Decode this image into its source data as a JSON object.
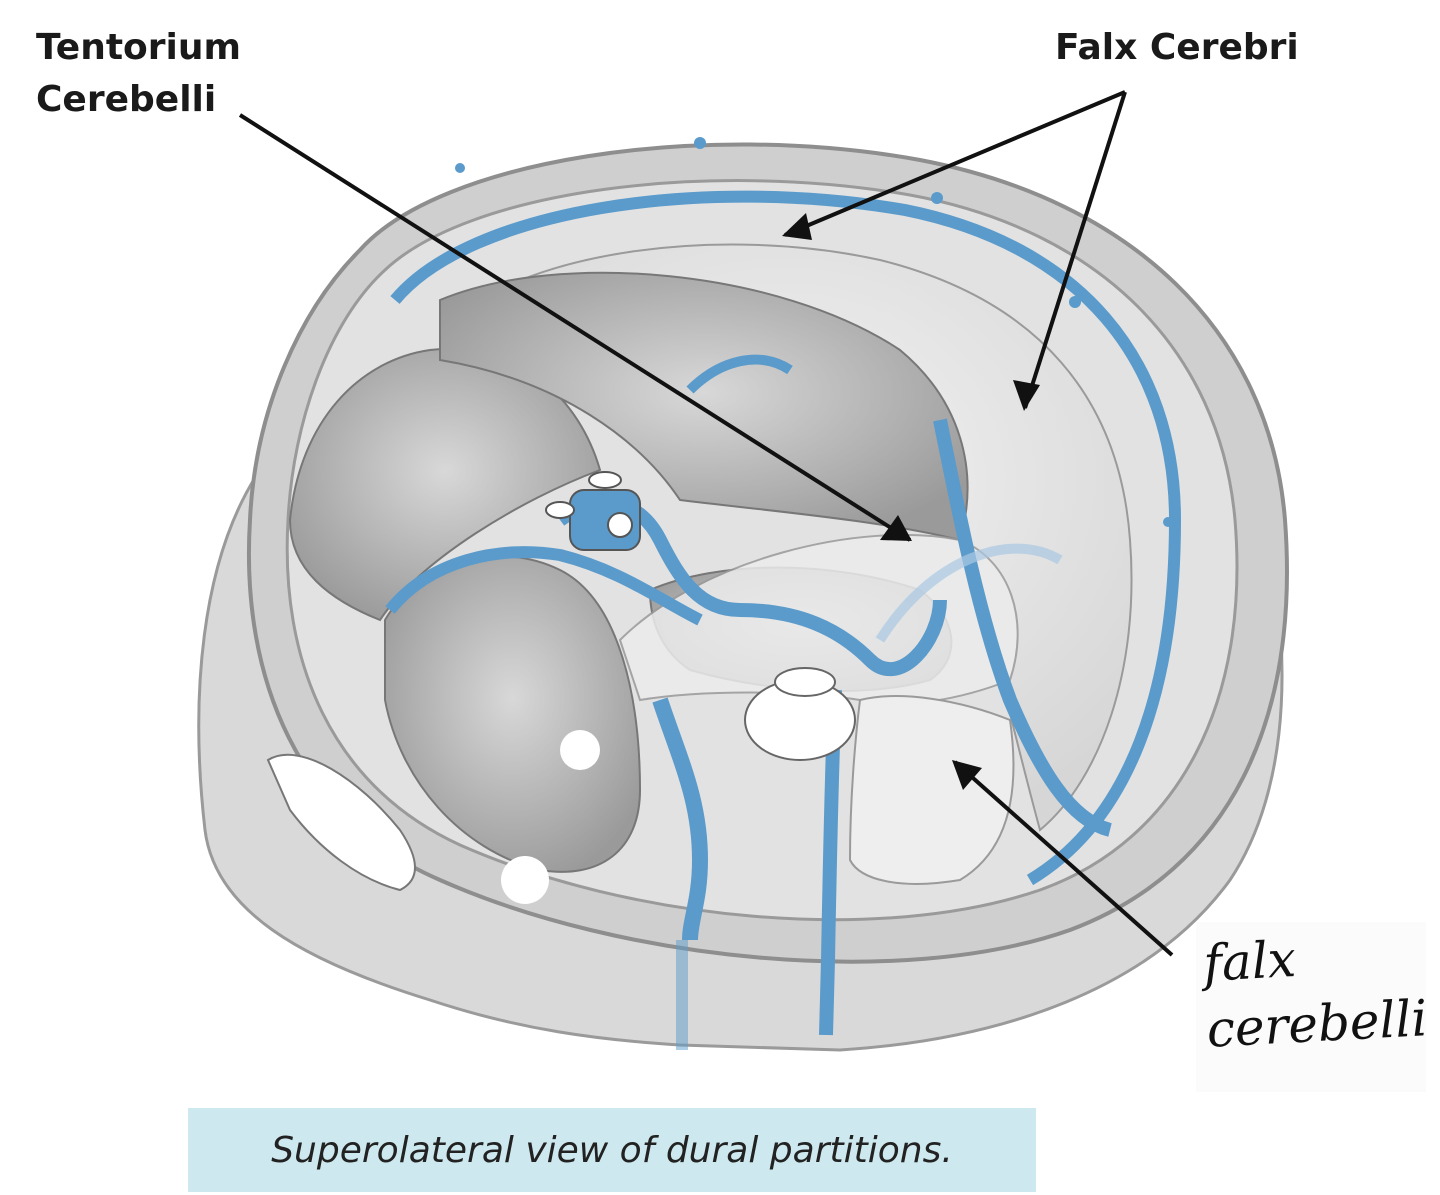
{
  "labels": {
    "tentorium": "Tentorium\nCerebelli",
    "falx_cerebri": "Falx Cerebri",
    "falx_cerebelli_handwritten": "falx\ncerebelli"
  },
  "caption": "Superolateral view of dural partitions.",
  "colors": {
    "sinus_blue": "#5b9bcb",
    "bone_gray": "#cfcfcf",
    "dura_light": "#e9e9e9",
    "brain_gray": "#a8a8a8",
    "caption_bg": "#cde8ee"
  }
}
